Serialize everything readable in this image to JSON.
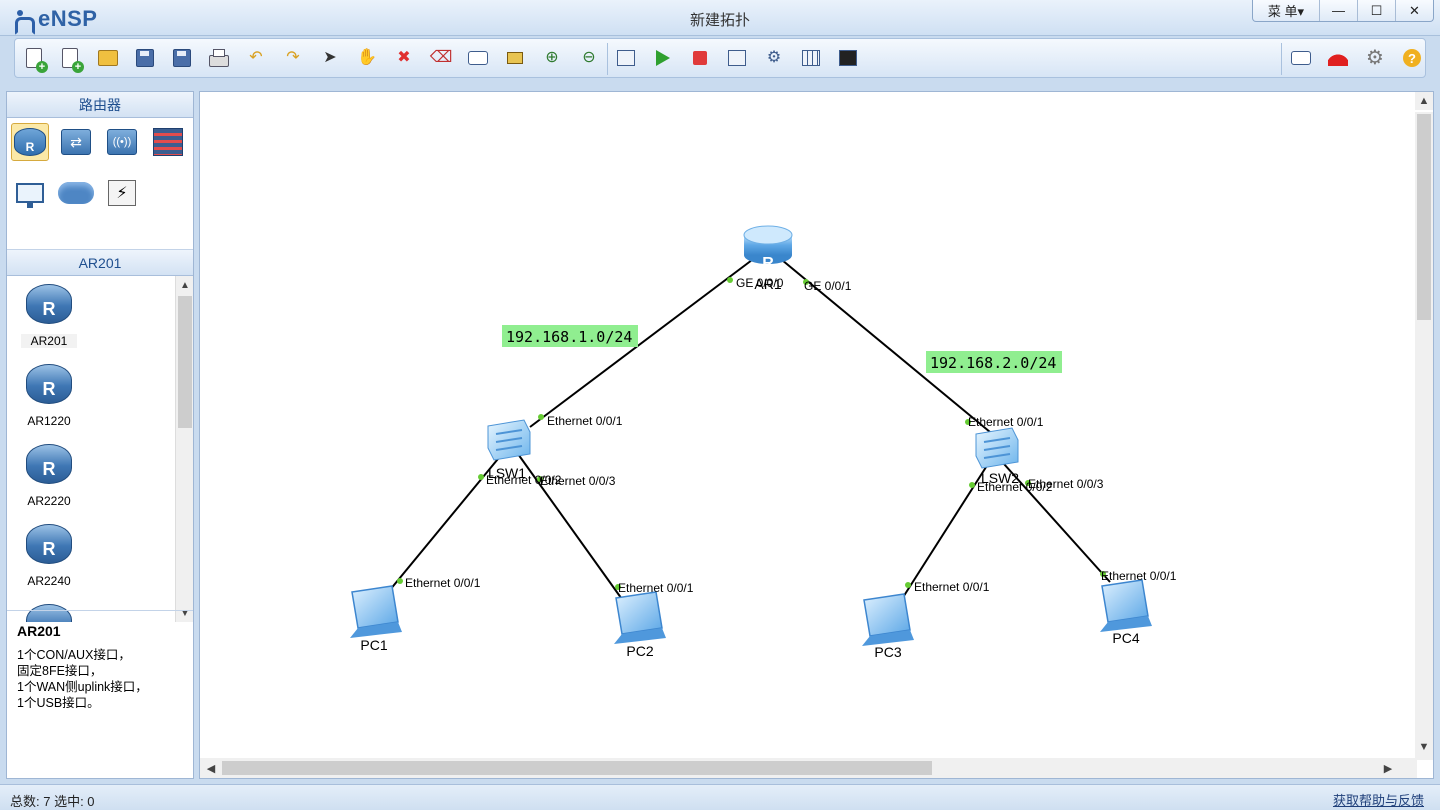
{
  "app": {
    "logo_text": "eNSP",
    "window_title": "新建拓扑",
    "menu_label": "菜 单▾",
    "min_glyph": "—",
    "max_glyph": "☐",
    "close_glyph": "✕"
  },
  "toolbar": {
    "icons": [
      "new-topology-icon",
      "new-example-icon",
      "open-icon",
      "save-icon",
      "save-as-icon",
      "print-icon",
      "undo-icon",
      "redo-icon",
      "select-icon",
      "pan-icon",
      "delete-icon",
      "delete-link-icon",
      "text-note-icon",
      "rectangle-icon",
      "zoom-in-icon",
      "zoom-out-icon",
      "fit-view-icon",
      "start-device-icon",
      "stop-device-icon",
      "capture-icon",
      "topology-icon",
      "grid-icon",
      "terminal-icon",
      "forum-icon",
      "huawei-icon",
      "settings-icon",
      "help-icon"
    ]
  },
  "left_panel": {
    "category_title": "路由器",
    "categories": [
      "router-category-icon",
      "switch-category-icon",
      "wlan-category-icon",
      "firewall-category-icon",
      "terminal-category-icon",
      "cloud-category-icon",
      "connection-category-icon"
    ],
    "device_title": "AR201",
    "devices": [
      {
        "label": "AR201",
        "selected": true
      },
      {
        "label": "AR1220"
      },
      {
        "label": "AR2220"
      },
      {
        "label": "AR2240"
      }
    ],
    "description": {
      "title": "AR201",
      "lines": [
        "1个CON/AUX接口，",
        "固定8FE接口，",
        "1个WAN侧uplink接口，",
        "1个USB接口。"
      ]
    }
  },
  "topology": {
    "nodes": [
      {
        "id": "AR1",
        "label": "AR1",
        "type": "router"
      },
      {
        "id": "LSW1",
        "label": "LSW1",
        "type": "switch"
      },
      {
        "id": "LSW2",
        "label": "LSW2",
        "type": "switch"
      },
      {
        "id": "PC1",
        "label": "PC1",
        "type": "pc"
      },
      {
        "id": "PC2",
        "label": "PC2",
        "type": "pc"
      },
      {
        "id": "PC3",
        "label": "PC3",
        "type": "pc"
      },
      {
        "id": "PC4",
        "label": "PC4",
        "type": "pc"
      }
    ],
    "links": [
      {
        "from": "AR1",
        "to": "LSW1",
        "from_port": "GE 0/0/0",
        "to_port": "Ethernet 0/0/1"
      },
      {
        "from": "AR1",
        "to": "LSW2",
        "from_port": "GE 0/0/1",
        "to_port": "Ethernet 0/0/1"
      },
      {
        "from": "LSW1",
        "to": "PC1",
        "from_port": "Ethernet 0/0/2",
        "to_port": "Ethernet 0/0/1"
      },
      {
        "from": "LSW1",
        "to": "PC2",
        "from_port": "Ethernet 0/0/3",
        "to_port": "Ethernet 0/0/1"
      },
      {
        "from": "LSW2",
        "to": "PC3",
        "from_port": "Ethernet 0/0/2",
        "to_port": "Ethernet 0/0/1"
      },
      {
        "from": "LSW2",
        "to": "PC4",
        "from_port": "Ethernet 0/0/3",
        "to_port": "Ethernet 0/0/1"
      }
    ],
    "subnet_labels": [
      "192.168.1.0/24",
      "192.168.2.0/24"
    ],
    "link_color": "#000000",
    "port_dot_color": "#66cc33",
    "subnet_label_bg": "#90ee90"
  },
  "status": {
    "text": "总数: 7  选中: 0",
    "help_link": "获取帮助与反馈"
  }
}
